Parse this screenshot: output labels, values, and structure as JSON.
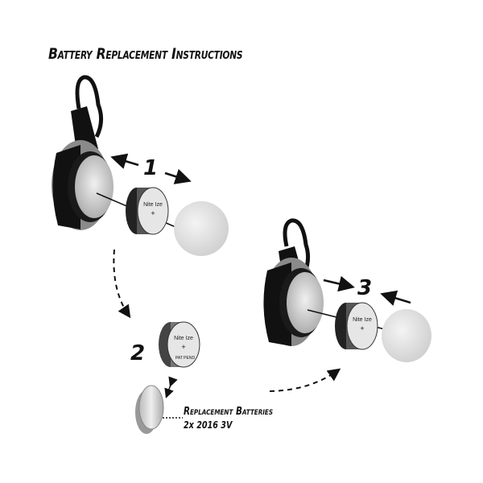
{
  "title": "Battery Replacement Instructions",
  "steps": [
    "1",
    "2",
    "3"
  ],
  "caption": {
    "line1": "Replacement Batteries",
    "line2": "2x 2016 3V"
  },
  "logo_text": {
    "brand": "Nite Ize",
    "plus": "+",
    "mark": "PAT PEND"
  },
  "colors": {
    "ink": "#111111",
    "lens": "#d6d6d6",
    "dome": "#e4e4e4"
  }
}
